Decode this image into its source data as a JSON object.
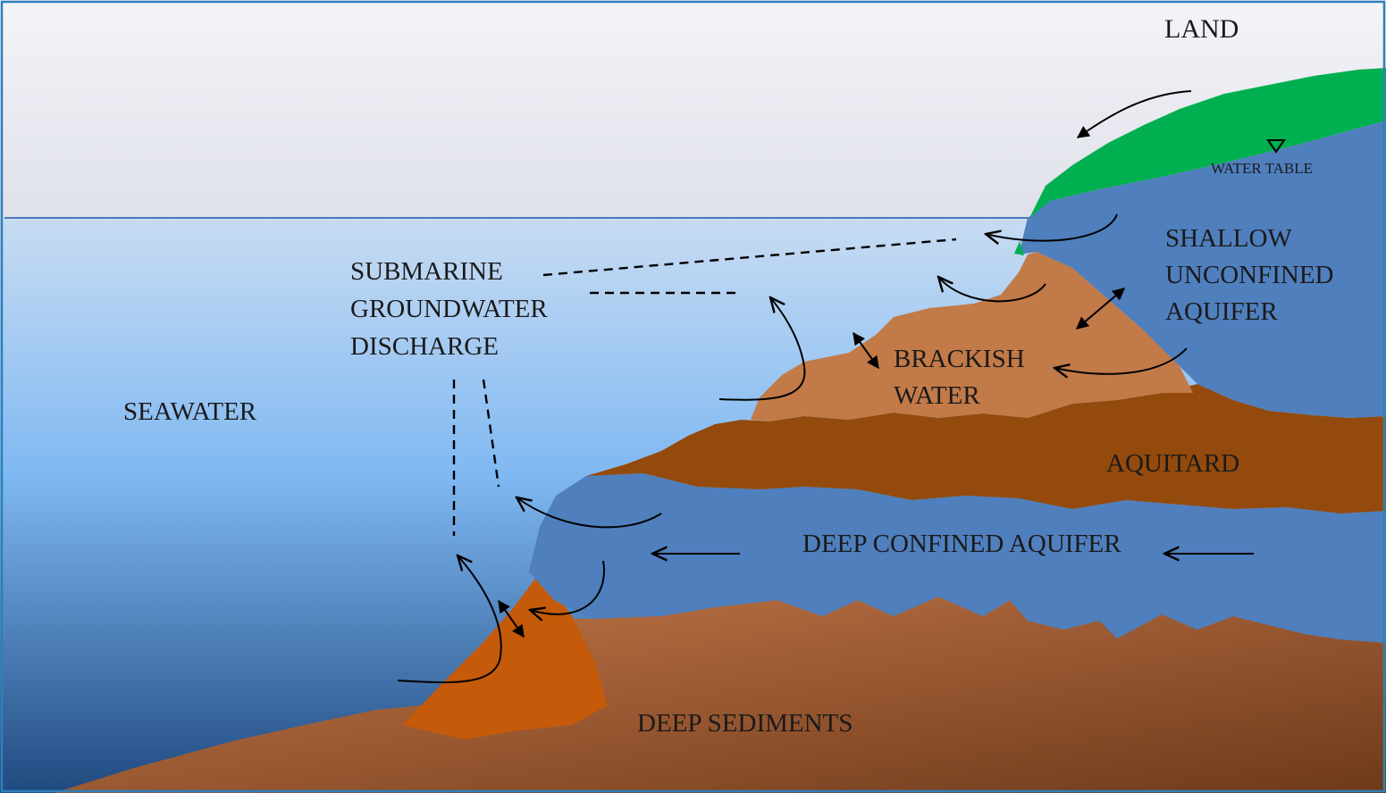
{
  "labels": {
    "land": "LAND",
    "water_table": "WATER TABLE",
    "sgd_line1": "SUBMARINE",
    "sgd_line2": "GROUNDWATER",
    "sgd_line3": "DISCHARGE",
    "shallow_line1": "SHALLOW",
    "shallow_line2": "UNCONFINED",
    "shallow_line3": "AQUIFER",
    "brackish_line1": "BRACKISH",
    "brackish_line2": "WATER",
    "seawater": "SEAWATER",
    "aquitard": "AQUITARD",
    "deep_aquifer": "DEEP CONFINED AQUIFER",
    "deep_sediments": "DEEP SEDIMENTS"
  },
  "colors": {
    "sky_top": "#f4f4f8",
    "sky_bottom": "#dfe1ea",
    "sea_top": "#c8dcf2",
    "sea_mid": "#7fb8f2",
    "sea_bottom": "#1f4a80",
    "land": "#00b050",
    "aquifer": "#4f7fbd",
    "aquitard": "#944a0c",
    "brackish": "#c27a48",
    "sediment_light": "#c5784a",
    "sediment_dark": "#6e3a1a",
    "sediment_wedge": "#c45a0a",
    "frame": "#2f7fb8"
  }
}
